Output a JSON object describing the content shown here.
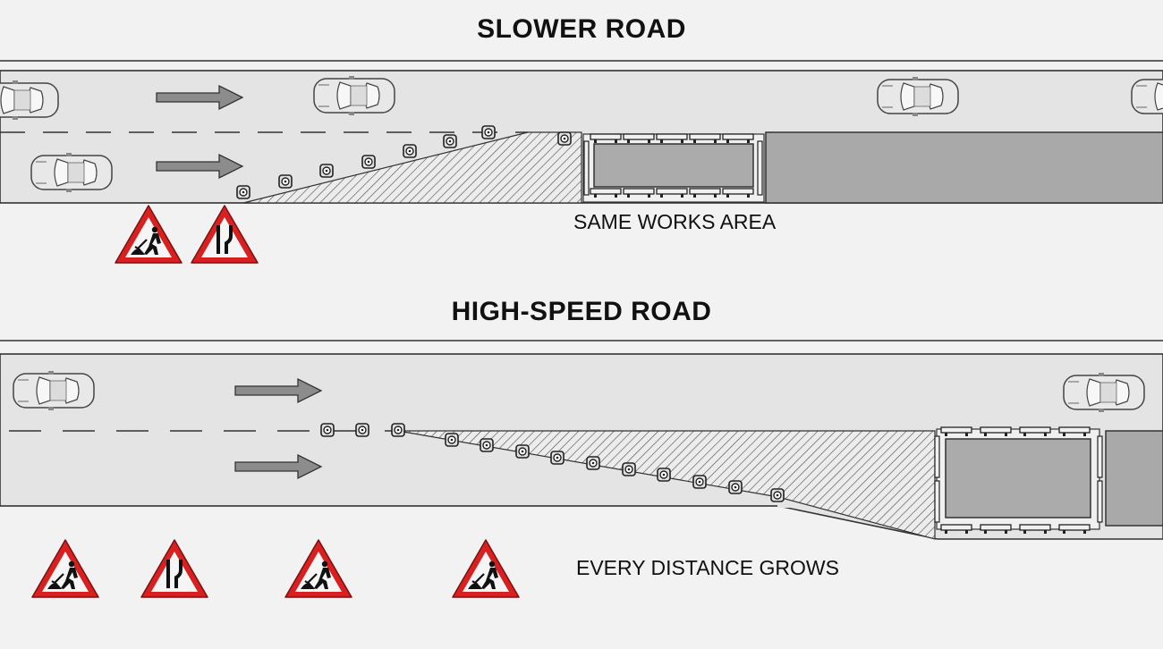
{
  "diagram": {
    "top": {
      "title": "SLOWER ROAD",
      "caption": "SAME WORKS AREA",
      "signs": [
        "roadworks-sign",
        "road-narrows-sign"
      ]
    },
    "bottom": {
      "title": "HIGH-SPEED ROAD",
      "caption": "EVERY DISTANCE GROWS",
      "signs": [
        "roadworks-sign",
        "road-narrows-sign",
        "roadworks-sign",
        "roadworks-sign"
      ]
    }
  },
  "colors": {
    "background": "#f2f2f2",
    "road": "#e4e4e4",
    "works_area": "#a9a9a9",
    "arrow": "#8a8a8a",
    "sign_border": "#d82020",
    "outline": "#333333"
  }
}
